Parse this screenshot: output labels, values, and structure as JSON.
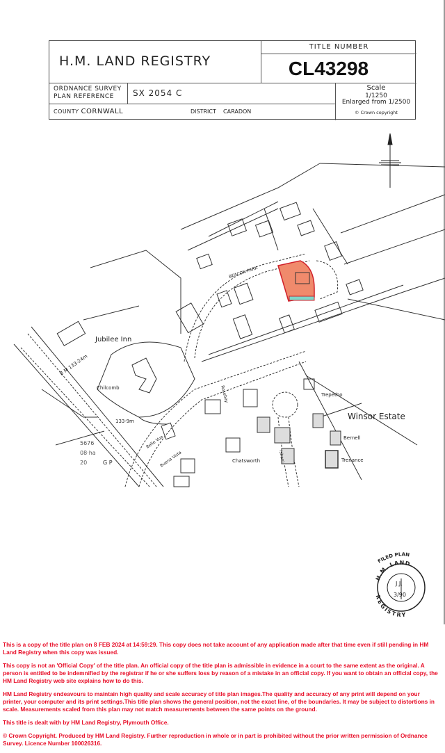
{
  "header": {
    "registry": "H.M. LAND REGISTRY",
    "title_number_label": "TITLE NUMBER",
    "title_number": "CL43298",
    "os_plan_ref_label_1": "ORDNANCE SURVEY",
    "os_plan_ref_label_2": "PLAN REFERENCE",
    "os_plan_ref": "SX 2054 C",
    "scale_label": "Scale",
    "scale": "1/1250",
    "scale_enlarged": "Enlarged from 1/2500",
    "county_label": "COUNTY",
    "county": "CORNWALL",
    "district_label": "DISTRICT",
    "district": "CARADON",
    "copyright": "© Crown copyright"
  },
  "map": {
    "labels": {
      "beacon_park": "BEACON PARK",
      "jubilee_inn": "Jubilee Inn",
      "bm": "B M 133·24m",
      "chilcomb": "Chilcomb",
      "spot_height": "133·9m",
      "parcel_1": "5676",
      "parcel_2": "08·ha",
      "parcel_3": "20",
      "gp": "G P",
      "belle_vue": "Belle Vue",
      "buena_vista": "Buena Vista",
      "chatsworth": "Chatsworth",
      "rosebay": "Rosebay",
      "ishani": "Ishani",
      "trepetho": "Trepetho",
      "winsor_estate": "Winsor Estate",
      "bernell": "Bernell",
      "trenance": "Trenance"
    },
    "colors": {
      "title_fill": "#f08a6c",
      "title_edge": "#d0202a",
      "easement": "#7fd6c9"
    }
  },
  "stamp": {
    "top": "FILED PLAN",
    "arc1": "H.M. LAND",
    "arc2": "REGISTRY",
    "initials": "J.J.",
    "date": "3/90"
  },
  "footer": {
    "p1": "This is a copy of the title plan on  8 FEB 2024 at 14:59:29. This copy does not take account of any application made after that time even if still pending in HM Land Registry when this copy was issued.",
    "p2": "This copy is not an 'Official Copy' of the title plan. An official copy of the title plan is admissible in evidence in a court to the same extent as the original. A person is entitled to be indemnified by the registrar if he or she suffers loss by reason of a mistake in an official copy. If you want to obtain an official copy, the HM Land Registry web site explains how to do this.",
    "p3": "HM Land Registry endeavours to maintain high quality and scale accuracy of title plan images.The quality and accuracy of any print will depend on your printer, your computer and its print settings.This title plan shows the general position, not the exact line, of the boundaries.  It may be subject to distortions in scale. Measurements scaled from this plan may not match measurements between the same points on the ground.",
    "p4": "This title is dealt with by HM Land Registry, Plymouth Office.",
    "p5": "© Crown Copyright.  Produced by HM Land Registry.  Further reproduction in whole or in part is prohibited without the prior written permission of Ordnance Survey.  Licence Number 100026316.",
    "color": "#e8102a"
  }
}
